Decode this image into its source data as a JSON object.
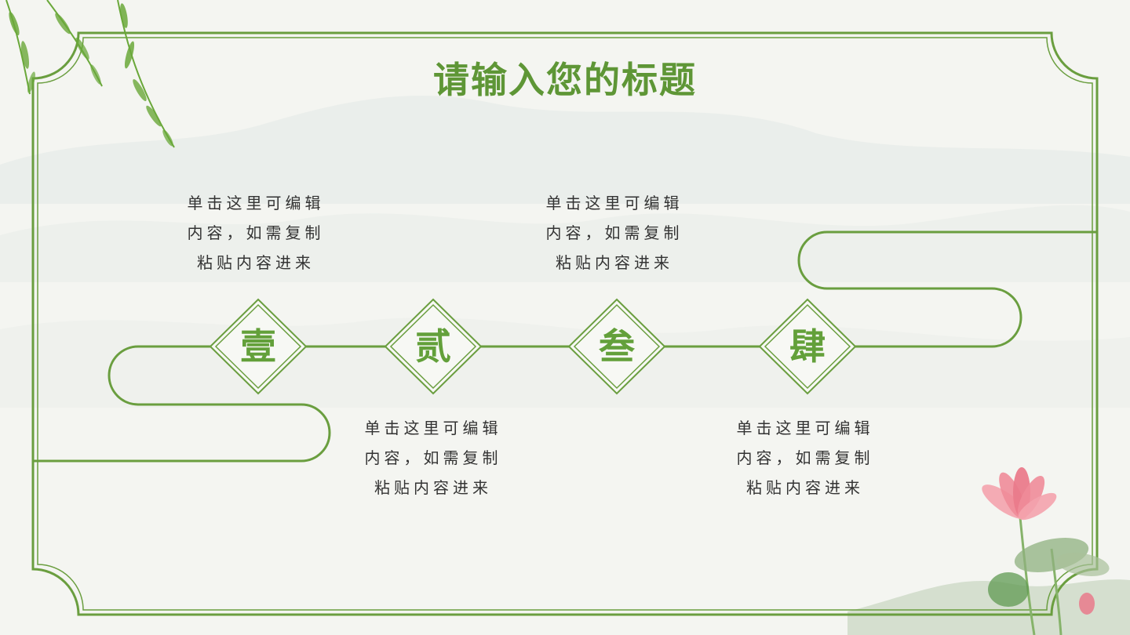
{
  "title": "请输入您的标题",
  "steps": [
    {
      "numeral": "壹",
      "text": "单击这里可编辑\n内容，如需复制\n粘贴内容进来"
    },
    {
      "numeral": "贰",
      "text": "单击这里可编辑\n内容，如需复制\n粘贴内容进来"
    },
    {
      "numeral": "叁",
      "text": "单击这里可编辑\n内容，如需复制\n粘贴内容进来"
    },
    {
      "numeral": "肆",
      "text": "单击这里可编辑\n内容，如需复制\n粘贴内容进来"
    }
  ],
  "colors": {
    "accent": "#5e9636",
    "frame": "#6a9e3f",
    "text": "#333333",
    "background": "#f4f5f1"
  },
  "decorations": [
    "willow-branch",
    "ink-mountains",
    "lotus-flower",
    "lotus-leaves"
  ]
}
